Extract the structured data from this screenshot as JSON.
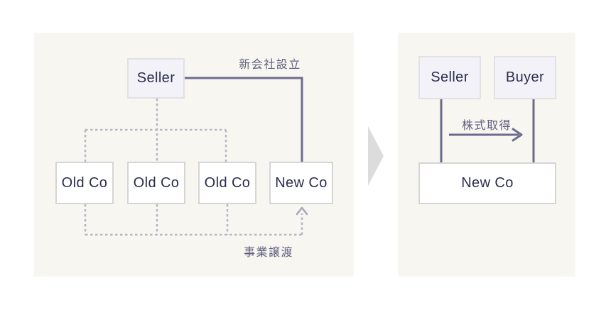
{
  "before_panel": {
    "seller_box": "Seller",
    "new_company_label": "新会社設立",
    "old_co_boxes": [
      "Old Co",
      "Old Co",
      "Old Co"
    ],
    "new_co_box": "New Co",
    "business_transfer_label": "事業譲渡"
  },
  "after_panel": {
    "seller_box": "Seller",
    "buyer_box": "Buyer",
    "stock_acquisition_label": "株式取得",
    "new_co_box": "New Co"
  },
  "icons": {
    "transition_arrow": "right-pointing-triangle",
    "stock_acquisition_arrow": "right-arrow",
    "business_transfer_arrow": "dashed-up-arrow"
  },
  "colors": {
    "page_background": "#ffffff",
    "panel_background": "#f8f6f1",
    "entity_box_fill": "#f2f2f8",
    "entity_box_border": "#e2e1e5",
    "company_box_fill": "#ffffff",
    "company_box_border": "#d6d5d6",
    "box_text": "#2d2d50",
    "label_text": "#5f5f7e",
    "solid_connector": "#6b6b8d",
    "dashed_connector": "#b6b6c6",
    "dashed_arrow": "#a6a6bb",
    "transition_arrow_fill": "#dcdcdc"
  }
}
